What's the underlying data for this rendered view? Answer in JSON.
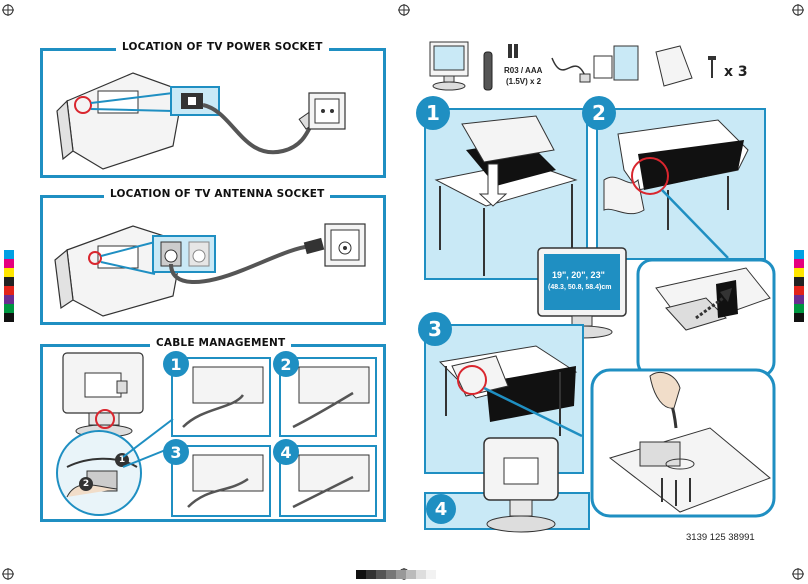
{
  "left": {
    "power_title": "LOCATION OF TV POWER SOCKET",
    "antenna_title": "LOCATION OF TV ANTENNA SOCKET",
    "cable_title": "CABLE MANAGEMENT",
    "cable_steps": [
      "1",
      "2",
      "3",
      "4"
    ],
    "zoom_callouts": [
      "1",
      "2"
    ]
  },
  "right": {
    "battery_label_1": "R03 / AAA",
    "battery_label_2": "(1.5V) x 2",
    "screw_count": "x 3",
    "steps": [
      "1",
      "2",
      "3",
      "4"
    ],
    "sizes_line_1": "19\", 20\", 23\"",
    "sizes_line_2": "(48.3, 50.8, 58.4)cm",
    "doc_number": "3139 125 38991"
  },
  "colors": {
    "accent": "#1f8fc2",
    "panel_fill": "#c9e9f6",
    "callout": "#d9262e"
  }
}
